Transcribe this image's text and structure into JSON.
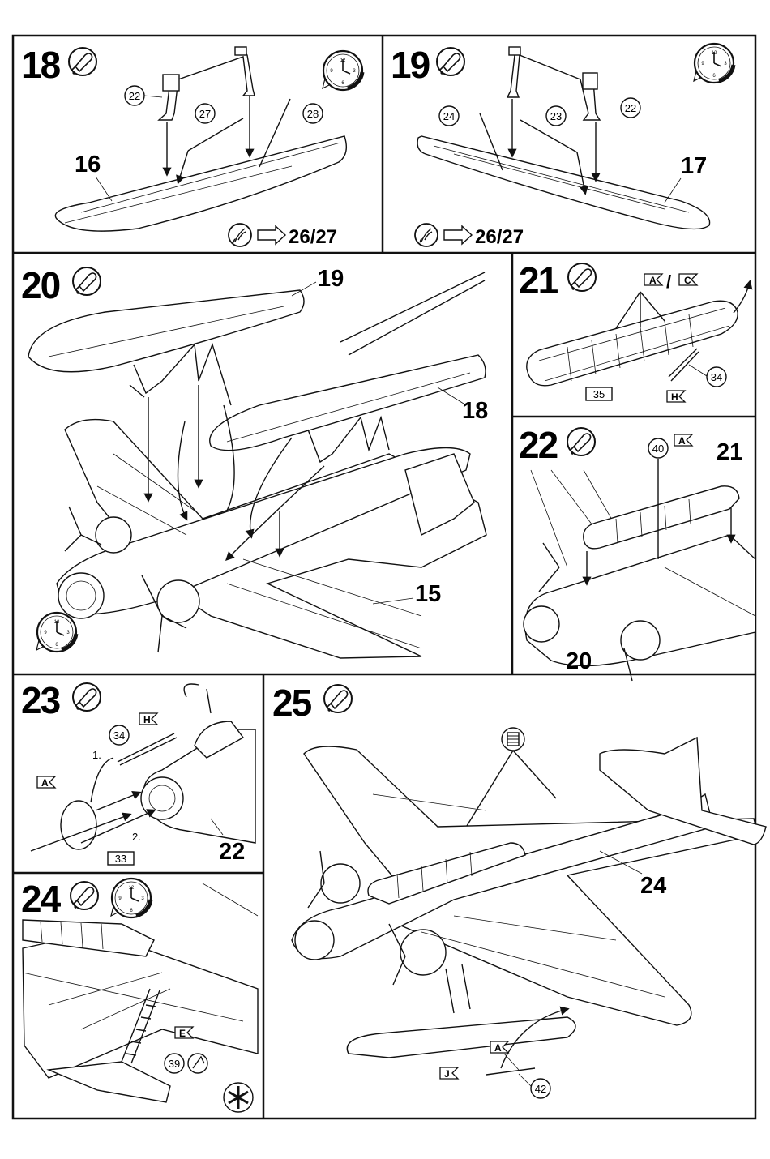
{
  "steps": {
    "s18": {
      "number": "18",
      "fuselage_label": "16",
      "callouts": [
        "22",
        "27",
        "28"
      ],
      "ref": "26/27"
    },
    "s19": {
      "number": "19",
      "fuselage_label": "17",
      "callouts": [
        "24",
        "23",
        "22"
      ],
      "ref": "26/27"
    },
    "s20": {
      "number": "20",
      "labels": [
        "19",
        "18",
        "15"
      ]
    },
    "s21": {
      "number": "21",
      "flag_a": "A",
      "slash": "/",
      "flag_c": "C",
      "box": "35",
      "flag_h": "H",
      "callout": "34"
    },
    "s22": {
      "number": "22",
      "callout": "40",
      "flag_a": "A",
      "labels": [
        "21",
        "20"
      ]
    },
    "s23": {
      "number": "23",
      "flag_h": "H",
      "callout": "34",
      "flag_a": "A",
      "box": "33",
      "label": "22",
      "step1": "1.",
      "step2": "2."
    },
    "s24": {
      "number": "24",
      "flag_e": "E",
      "callout": "39"
    },
    "s25": {
      "number": "25",
      "label": "24",
      "flag_a": "A",
      "flag_j": "J",
      "callout": "42"
    }
  },
  "icons": [
    "glue-icon",
    "clock-icon",
    "paint-icon",
    "thread-spool-icon",
    "asterisk-icon",
    "cut-icon"
  ]
}
